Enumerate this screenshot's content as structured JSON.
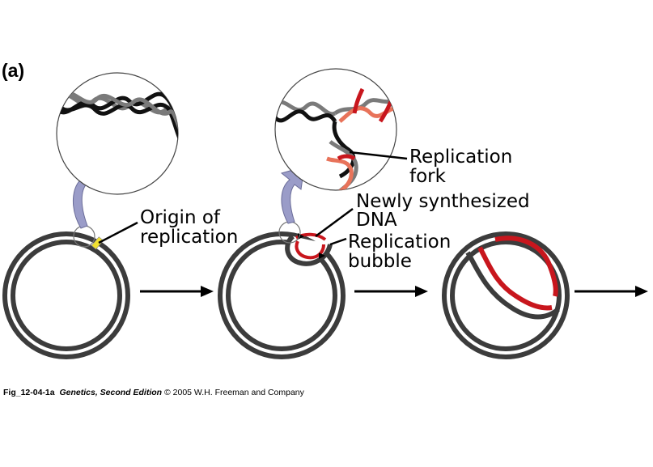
{
  "panel_label": "(a)",
  "labels": {
    "origin_line1": "Origin of",
    "origin_line2": "replication",
    "fork_line1": "Replication",
    "fork_line2": "fork",
    "newly_line1": "Newly synthesized",
    "newly_line2": "DNA",
    "bubble_line1": "Replication",
    "bubble_line2": "bubble"
  },
  "caption": {
    "fig_id": "Fig_12-04-1a",
    "book": "Genetics, Second Edition",
    "copyright": "© 2005 W.H. Freeman and Company"
  },
  "colors": {
    "parental_strand": "#3c3c3c",
    "new_strand": "#c8161d",
    "new_strand_light": "#e8735a",
    "origin_marker": "#f0e030",
    "zoom_arrow": "#9a9cc8",
    "helix_dark": "#111111",
    "helix_gray": "#7a7a7a"
  }
}
